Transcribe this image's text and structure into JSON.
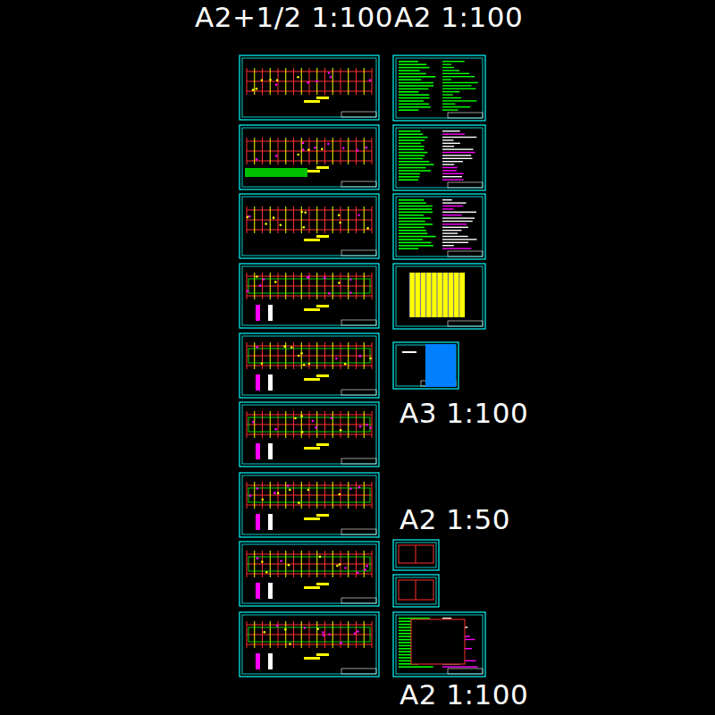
{
  "diagram": {
    "labels": [
      "A2+1/2 1:100",
      "A2 1:100",
      "A3 1:100",
      "A2 1:50",
      "A2 1:100"
    ]
  }
}
